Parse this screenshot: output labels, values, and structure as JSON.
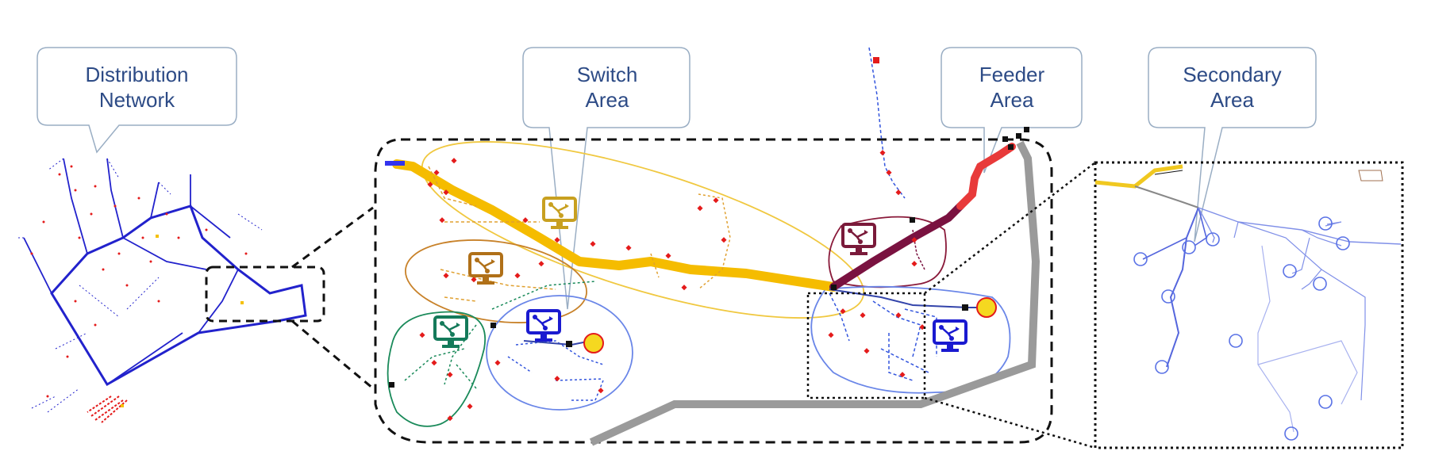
{
  "callouts": {
    "distribution": "Distribution\nNetwork",
    "switch": "Switch\nArea",
    "feeder": "Feeder\nArea",
    "secondary": "Secondary\nArea"
  },
  "colors": {
    "callout_text": "#2d4b86",
    "callout_border": "#9aaec4",
    "network_line": "#2222cc",
    "main_trunk": "#f5bc00",
    "feeder_dark": "#7a1240",
    "feeder_red": "#e83a3a",
    "gray_line": "#9a9a9a",
    "node_red": "#e41b1b",
    "switch_yellow_zone": "#f0c840",
    "switch_orange_zone": "#c8822a",
    "switch_green_zone": "#1a8a5a",
    "switch_blue_zone": "#6a86e8",
    "feeder_zone": "#8a1a3a",
    "monitor_blue": "#1a1ad0",
    "monitor_green": "#147a5a",
    "monitor_orange": "#b07018",
    "monitor_maroon": "#7a1a3a"
  },
  "icons": [
    "monitor-switch-icon",
    "monitor-feeder-icon"
  ]
}
